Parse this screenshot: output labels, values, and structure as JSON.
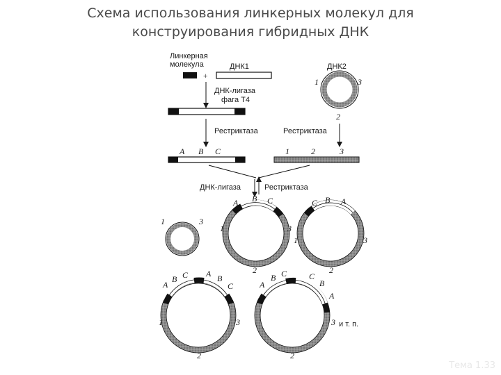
{
  "title": {
    "line1": "Схема использования линкерных молекул для",
    "line2": "конструирования гибридных ДНК"
  },
  "labels": {
    "linker": [
      "Линкерная",
      "молекула"
    ],
    "plus": "+",
    "dna1": "ДНК1",
    "dna2": "ДНК2",
    "ligase_t4": [
      "ДНК-лигаза",
      "фага Т4"
    ],
    "restrictase": "Рестриктаза",
    "ligase": "ДНК-лигаза",
    "etc": "и т. п."
  },
  "markers": {
    "a": "A",
    "b": "B",
    "c": "C",
    "one": "1",
    "two": "2",
    "three": "3"
  },
  "watermark": "Тема 1.33",
  "colors": {
    "title": "#4a4a4a",
    "ink": "#1a1a1a",
    "dna2_fill": "#8c8c8c",
    "linker_fill": "#111111"
  }
}
